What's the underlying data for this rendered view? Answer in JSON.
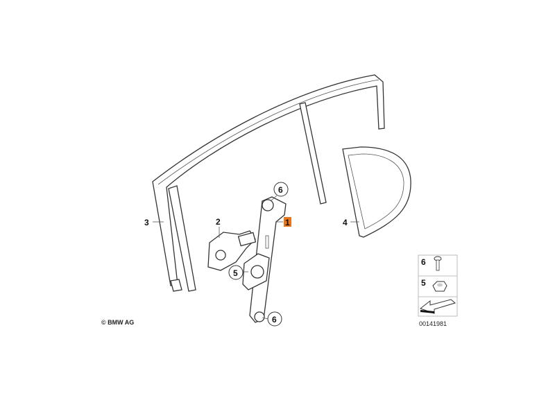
{
  "copyright": "© BMW AG",
  "diagram_number": "00141981",
  "highlight_color": "#e8761e",
  "callouts": [
    {
      "id": "1",
      "highlighted": true
    },
    {
      "id": "2"
    },
    {
      "id": "3"
    },
    {
      "id": "4"
    },
    {
      "id": "5",
      "circled": true
    },
    {
      "id": "6",
      "circled": true
    },
    {
      "id": "6",
      "circled": true
    }
  ],
  "legend": [
    {
      "id": "6",
      "icon": "screw-icon"
    },
    {
      "id": "5",
      "icon": "nut-icon"
    },
    {
      "id": "",
      "icon": "arrow-icon"
    }
  ]
}
